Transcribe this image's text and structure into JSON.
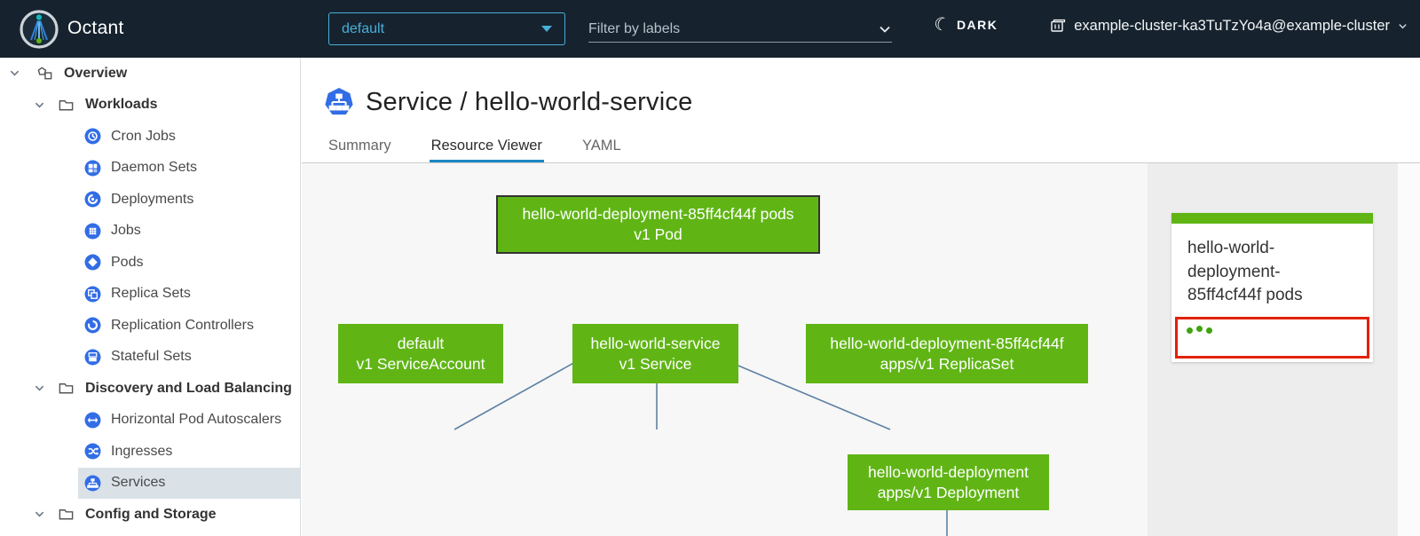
{
  "colors": {
    "header_bg": "#16232e",
    "accent_blue": "#49afd9",
    "k8s_icon_blue": "#326de6",
    "node_green": "#60b515",
    "selected_node_border": "#333333",
    "alert_red": "#e12200",
    "status_dot_green": "#3fa40d",
    "tab_active_underline": "#1d87c5",
    "edge_color": "#5e81a3",
    "sidebar_selected_bg": "#dae2e8"
  },
  "header": {
    "app_name": "Octant",
    "namespace_selector": {
      "value": "default"
    },
    "filter": {
      "placeholder": "Filter by labels"
    },
    "theme_toggle": {
      "label": "DARK",
      "icon": "moon"
    },
    "context": {
      "label": "example-cluster-ka3TuTzYo4a@example-cluster"
    }
  },
  "sidebar": {
    "items": [
      {
        "label": "Overview",
        "level": 0,
        "icon": "overview"
      },
      {
        "label": "Workloads",
        "level": 1,
        "icon": "folder"
      },
      {
        "label": "Cron Jobs",
        "level": 2,
        "icon": "cron-jobs"
      },
      {
        "label": "Daemon Sets",
        "level": 2,
        "icon": "daemon-sets"
      },
      {
        "label": "Deployments",
        "level": 2,
        "icon": "deployments"
      },
      {
        "label": "Jobs",
        "level": 2,
        "icon": "jobs"
      },
      {
        "label": "Pods",
        "level": 2,
        "icon": "pods"
      },
      {
        "label": "Replica Sets",
        "level": 2,
        "icon": "replica-sets"
      },
      {
        "label": "Replication Controllers",
        "level": 2,
        "icon": "replication-controllers"
      },
      {
        "label": "Stateful Sets",
        "level": 2,
        "icon": "stateful-sets"
      },
      {
        "label": "Discovery and Load Balancing",
        "level": 1,
        "icon": "folder"
      },
      {
        "label": "Horizontal Pod Autoscalers",
        "level": 2,
        "icon": "hpa"
      },
      {
        "label": "Ingresses",
        "level": 2,
        "icon": "ingresses"
      },
      {
        "label": "Services",
        "level": 2,
        "icon": "services",
        "selected": true
      },
      {
        "label": "Config and Storage",
        "level": 1,
        "icon": "folder"
      }
    ]
  },
  "main": {
    "title": "Service / hello-world-service",
    "tabs": [
      {
        "label": "Summary",
        "active": false
      },
      {
        "label": "Resource Viewer",
        "active": true
      },
      {
        "label": "YAML",
        "active": false
      }
    ]
  },
  "graph": {
    "nodes": [
      {
        "id": "pod",
        "label": "hello-world-deployment-85ff4cf44f pods\nv1 Pod",
        "selected": true
      },
      {
        "id": "serviceaccount",
        "label": "default\nv1 ServiceAccount",
        "selected": false
      },
      {
        "id": "service",
        "label": "hello-world-service\nv1 Service",
        "selected": false
      },
      {
        "id": "replicaset",
        "label": "hello-world-deployment-85ff4cf44f\napps/v1 ReplicaSet",
        "selected": false
      },
      {
        "id": "deployment",
        "label": "hello-world-deployment\napps/v1 Deployment",
        "selected": false
      }
    ],
    "edges": [
      {
        "from": "pod",
        "to": "serviceaccount"
      },
      {
        "from": "pod",
        "to": "service"
      },
      {
        "from": "pod",
        "to": "replicaset"
      },
      {
        "from": "replicaset",
        "to": "deployment"
      }
    ]
  },
  "minimap": {
    "selected_node_title": "hello-world-\ndeployment-\n85ff4cf44f pods",
    "status_dot_count": "3"
  }
}
